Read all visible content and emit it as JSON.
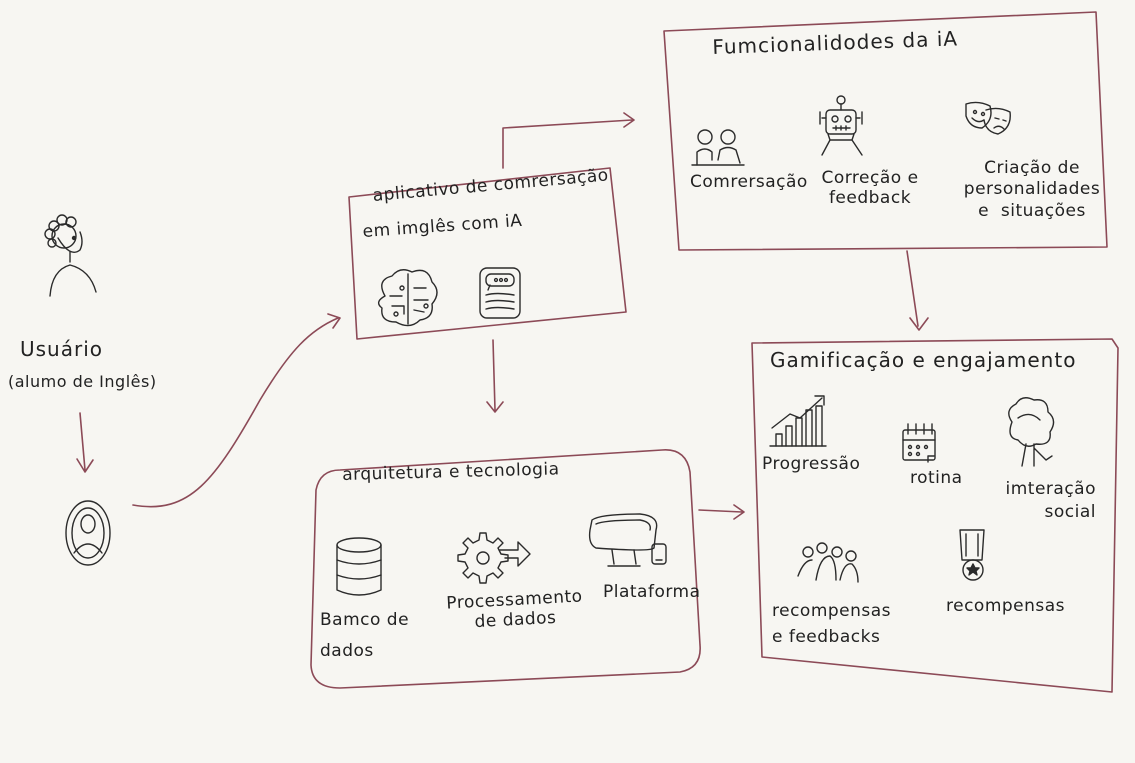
{
  "colors": {
    "paper": "#f7f6f2",
    "line": "#8c4a57",
    "ink": "#2b2b2b"
  },
  "user": {
    "label": "Usuário",
    "sublabel": "(alumo de Inglês)"
  },
  "app": {
    "title_line1": "aplicativo de comrersação",
    "title_line2": "em imglês    com iA",
    "icons": [
      "brain-circuit-icon",
      "chat-document-icon"
    ]
  },
  "features": {
    "title": "Fumcionalidodes da iA",
    "items": [
      {
        "icon": "people-conversation-icon",
        "label": "Comrersação"
      },
      {
        "icon": "robot-icon",
        "label": "Correção e\nfeedback"
      },
      {
        "icon": "theater-masks-icon",
        "label": "Criação de\npersonalidades\ne  situações"
      }
    ]
  },
  "architecture": {
    "title": "arquitetura   e tecnologia",
    "items": [
      {
        "icon": "database-icon",
        "label": "Bamco de\ndados"
      },
      {
        "icon": "gear-arrow-icon",
        "label": "Processamento\nde dados"
      },
      {
        "icon": "monitor-phone-icon",
        "label": "Plataforma"
      }
    ]
  },
  "gamification": {
    "title": "Gamificação  e engajamento",
    "items": [
      {
        "icon": "progress-chart-icon",
        "label": "Progressão"
      },
      {
        "icon": "calendar-icon",
        "label": "rotina"
      },
      {
        "icon": "tree-icon",
        "label": "imteração\nsocial"
      },
      {
        "icon": "group-icon",
        "label": "recompensas\ne feedbacks"
      },
      {
        "icon": "medal-icon",
        "label": "recompensas"
      }
    ]
  }
}
